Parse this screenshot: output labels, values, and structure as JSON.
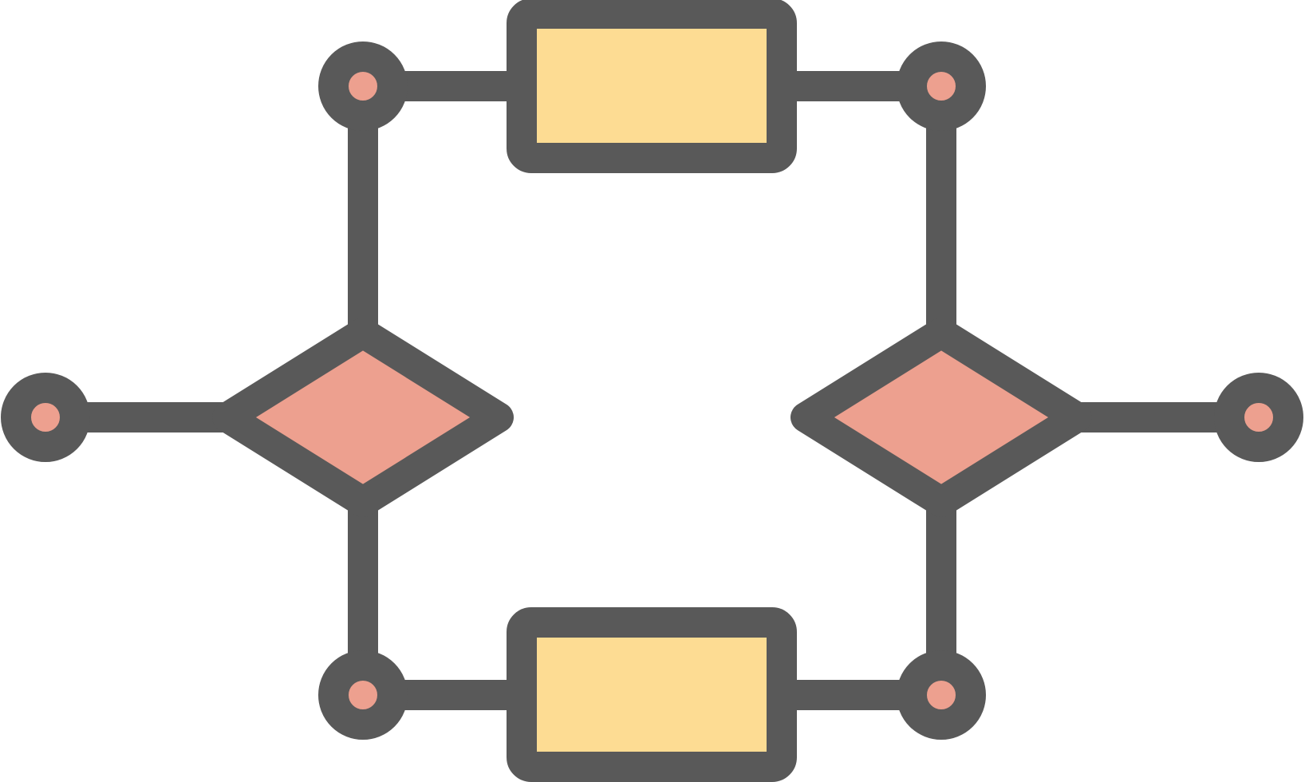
{
  "icon": {
    "name": "flowchart-network-icon",
    "colors": {
      "stroke": "#595959",
      "node_fill": "#EDA08F",
      "decision_fill": "#EDA08F",
      "process_fill": "#FDDC93",
      "background": "#FFFFFF"
    }
  },
  "nodes": [
    {
      "id": "node-top-left",
      "shape": "circle"
    },
    {
      "id": "node-top-right",
      "shape": "circle"
    },
    {
      "id": "node-bottom-left",
      "shape": "circle"
    },
    {
      "id": "node-bottom-right",
      "shape": "circle"
    },
    {
      "id": "node-far-left",
      "shape": "circle"
    },
    {
      "id": "node-far-right",
      "shape": "circle"
    },
    {
      "id": "decision-left",
      "shape": "diamond"
    },
    {
      "id": "decision-right",
      "shape": "diamond"
    },
    {
      "id": "process-top",
      "shape": "rectangle"
    },
    {
      "id": "process-bottom",
      "shape": "rectangle"
    }
  ]
}
